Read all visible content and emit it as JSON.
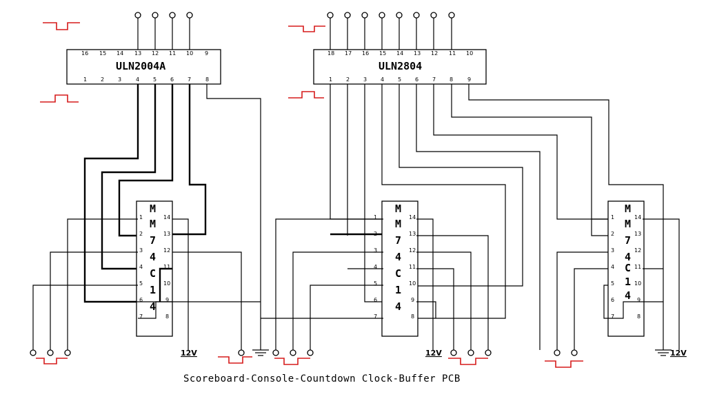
{
  "title": "Scoreboard-Console-Countdown Clock-Buffer PCB",
  "colors": {
    "wire": "#000000",
    "pulse": "#d61a1a"
  },
  "chips": {
    "uln2004a": {
      "label": "ULN2004A",
      "top_pins": [
        "16",
        "15",
        "14",
        "13",
        "12",
        "11",
        "10",
        "9"
      ],
      "bottom_pins": [
        "1",
        "2",
        "3",
        "4",
        "5",
        "6",
        "7",
        "8"
      ]
    },
    "uln2804": {
      "label": "ULN2804",
      "top_pins": [
        "18",
        "17",
        "16",
        "15",
        "14",
        "13",
        "12",
        "11",
        "10"
      ],
      "bottom_pins": [
        "1",
        "2",
        "3",
        "4",
        "5",
        "6",
        "7",
        "8",
        "9"
      ]
    },
    "hex_inverters": [
      {
        "letters": [
          "M",
          "M",
          "7",
          "4",
          "C",
          "1",
          "4"
        ],
        "left_pins": [
          "1",
          "2",
          "3",
          "4",
          "5",
          "6",
          "7"
        ],
        "right_pins": [
          "14",
          "13",
          "12",
          "11",
          "10",
          "9",
          "8"
        ]
      },
      {
        "letters": [
          "M",
          "M",
          "7",
          "4",
          "C",
          "1",
          "4"
        ],
        "left_pins": [
          "1",
          "2",
          "3",
          "4",
          "5",
          "6",
          "7"
        ],
        "right_pins": [
          "14",
          "13",
          "12",
          "11",
          "10",
          "9",
          "8"
        ]
      },
      {
        "letters": [
          "M",
          "M",
          "7",
          "4",
          "C",
          "1",
          "4"
        ],
        "left_pins": [
          "1",
          "2",
          "3",
          "4",
          "5",
          "6",
          "7"
        ],
        "right_pins": [
          "14",
          "13",
          "12",
          "11",
          "10",
          "9",
          "8"
        ]
      }
    ]
  },
  "supply_labels": [
    "12V",
    "12V",
    "12V"
  ]
}
